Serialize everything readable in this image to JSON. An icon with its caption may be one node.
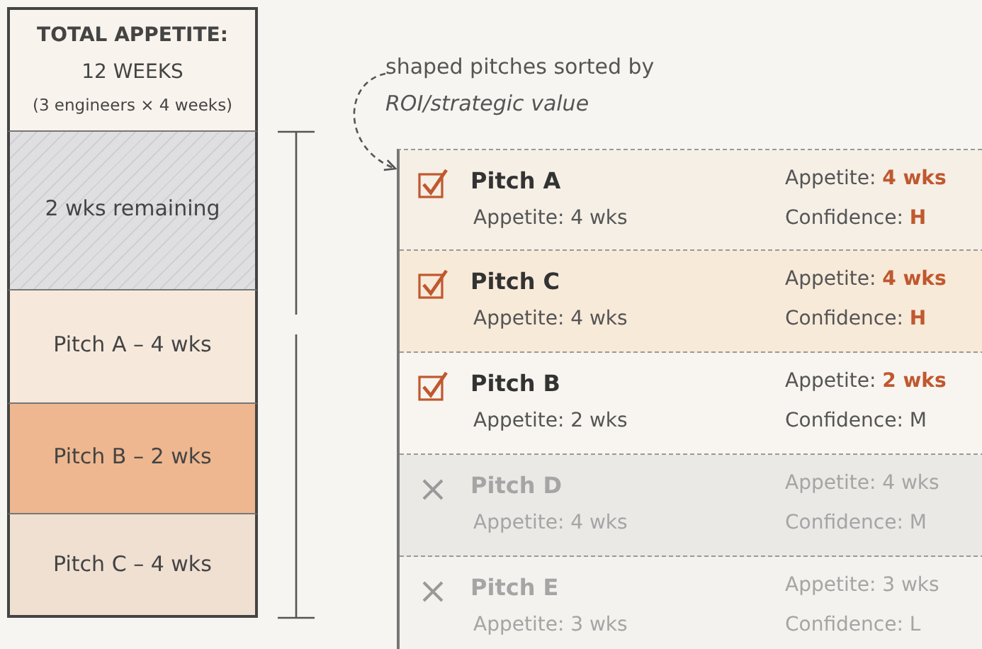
{
  "diagram": {
    "nodes": [
      {
        "text": [
          "TOTAL APPETITE:",
          "12 WEEKS",
          "(3 engineers × 4 weeks)"
        ]
      },
      {
        "text": [
          "2 wks remaining"
        ]
      },
      {
        "text": [
          "Pitch A – 4 wks"
        ]
      },
      {
        "text": [
          "Pitch B – 2 wks"
        ]
      },
      {
        "text": [
          "Pitch C – 4 wks"
        ]
      },
      {
        "text": [
          "shaped pitches sorted by *ROI/strategic value*"
        ]
      },
      {
        "text": [],
        "shape": "box"
      },
      {
        "text": [
          "Pitch A",
          "Appetite: 4 wks",
          "Appetite: 4 wks",
          "Confidence: H"
        ],
        "in": 6
      },
      {
        "text": [
          "Pitch C",
          "Appetite: 4 wks",
          "Appetite: 4 wks",
          "Confidence: H"
        ],
        "in": 6
      },
      {
        "text": [
          "Pitch B",
          "Appetite: 2 wks",
          "Appetite: 2 wks",
          "Confidence: M"
        ],
        "in": 6
      },
      {
        "text": [
          "Pitch D",
          "Appetite: 4 wks",
          "Appetite: 4 wks",
          "Confidence: M"
        ],
        "in": 6
      },
      {
        "text": [
          "Pitch E",
          "Appetite: 3 wks",
          "Appetite: 3 wks",
          "Confidence: L"
        ],
        "in": 6
      }
    ],
    "edges": [
      {
        "from": 5,
        "to": 6,
        "arrow": "to",
        "style": "dashed"
      }
    ]
  }
}
